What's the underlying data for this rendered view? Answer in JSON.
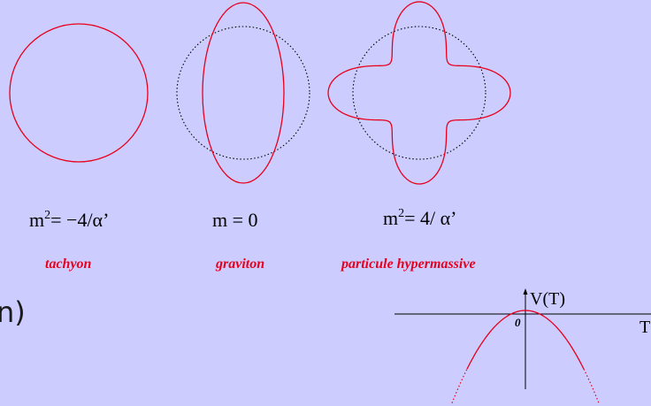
{
  "colors": {
    "background": "#ccccff",
    "curve": "#e8001c",
    "reference": "#000000"
  },
  "states": [
    {
      "mass_base": "m",
      "mass_sup": "2",
      "mass_rest": "= −4/α’",
      "name": "tachyon"
    },
    {
      "mass_base": "m = 0",
      "mass_sup": "",
      "mass_rest": "",
      "name": "graviton"
    },
    {
      "mass_base": "m",
      "mass_sup": "2",
      "mass_rest": "= 4/ α’",
      "name": "particule hypermassive"
    }
  ],
  "fragment_text": "n)",
  "potential_plot": {
    "y_axis_label": "V(T)",
    "x_axis_label": "T",
    "origin_label": "0"
  }
}
